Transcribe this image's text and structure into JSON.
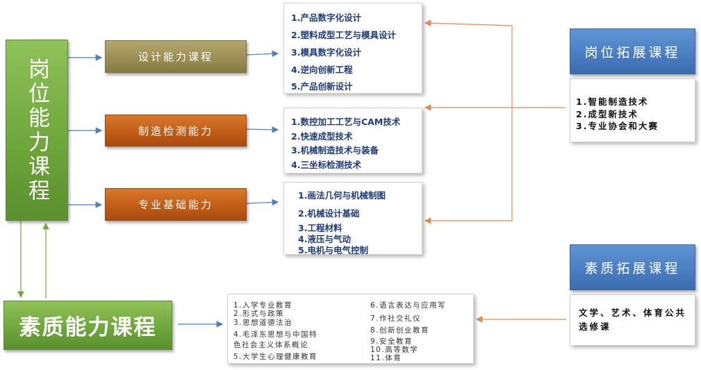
{
  "left_title": "岗位能力课程",
  "bottom_title": "素质能力课程",
  "categories": {
    "design": "设计能力课程",
    "manufacturing": "制造检测能力",
    "foundation": "专业基础能力"
  },
  "design_courses": [
    "1.产品数字化设计",
    "2.塑料成型工艺与模具设计",
    "3.模具数字化设计",
    "4.逆向创新工程",
    "5.产品创新设计"
  ],
  "manufacturing_courses": [
    "1.数控加工工艺与CAM技术",
    "2.快速成型技术",
    "3.机械制造技术与装备",
    "4.三坐标检测技术"
  ],
  "foundation_courses": [
    "1.画法几何与机械制图",
    "2.机械设计基础",
    "3.工程材料",
    "4.液压与气动",
    "5.电机与电气控制"
  ],
  "job_extension": {
    "title": "岗位拓展课程",
    "items": [
      "1.智能制造技术",
      "2.成型新技术",
      "3.专业协会和大赛"
    ]
  },
  "quality_extension": {
    "title": "素质拓展课程",
    "text": "文学、艺术、体育公共选修课"
  },
  "quality_courses_col1": [
    "1.入学专业教育",
    "2.形式与政策",
    "3.思想道德法治",
    "4.毛泽东思想与中国特",
    "色社会主义体系概论",
    "5.大学生心理健康教育"
  ],
  "quality_courses_col2": [
    "6.语言表达与应用写",
    "7.作社交礼仪",
    "8.创新创业教育",
    "9.安全教育",
    "10.高等数学",
    "11.体育"
  ],
  "colors": {
    "green": "#6fa83c",
    "olive": "#9d9156",
    "orange": "#c45f18",
    "blue": "#4a7fc2",
    "arrow_blue": "#4a7fc2",
    "arrow_orange": "#e08a55",
    "arrow_green": "#6fa83c"
  }
}
